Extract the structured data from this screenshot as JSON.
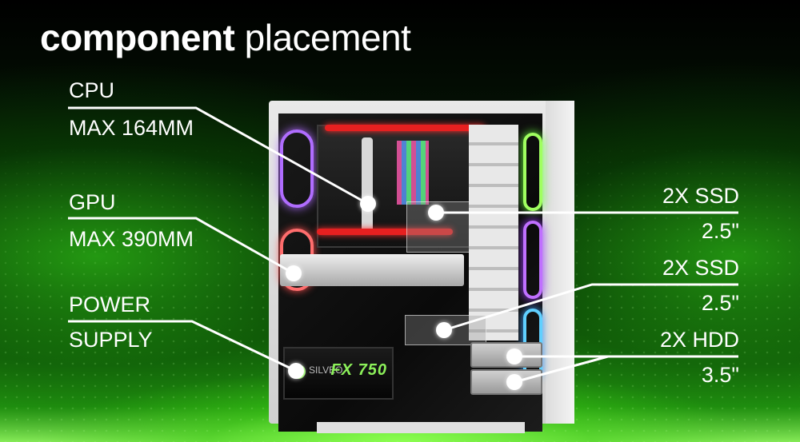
{
  "title": {
    "bold": "component",
    "light": "placement"
  },
  "labels": {
    "cpu": {
      "line1": "CPU",
      "line2": "MAX 164MM"
    },
    "gpu": {
      "line1": "GPU",
      "line2": "MAX 390MM"
    },
    "psu": {
      "line1": "POWER",
      "line2": "SUPPLY"
    },
    "ssd_top": {
      "line1": "2X SSD",
      "line2": "2.5\""
    },
    "ssd_mid": {
      "line1": "2X SSD",
      "line2": "2.5\""
    },
    "hdd": {
      "line1": "2X HDD",
      "line2": "3.5\""
    }
  },
  "psu_display": {
    "brand": "SILVEO",
    "model": "FX 750"
  },
  "colors": {
    "accent": "#8cf05a",
    "line": "#ffffff"
  }
}
